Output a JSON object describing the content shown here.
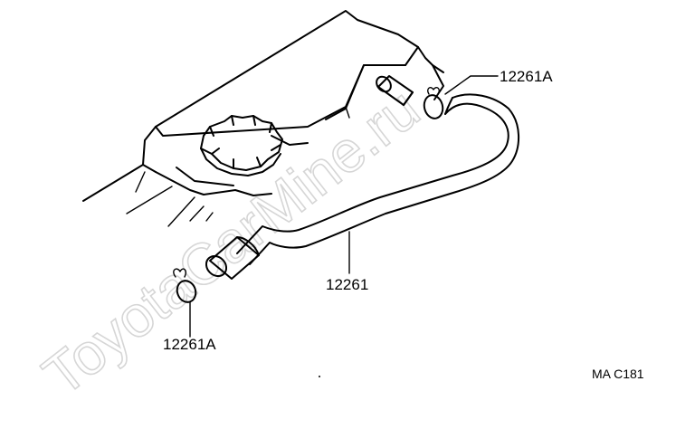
{
  "watermark": "ToyotaCarMine.ru",
  "callouts": {
    "clamp_upper": "12261A",
    "hose": "12261",
    "clamp_lower": "12261A"
  },
  "diagram_code": "MA C181"
}
